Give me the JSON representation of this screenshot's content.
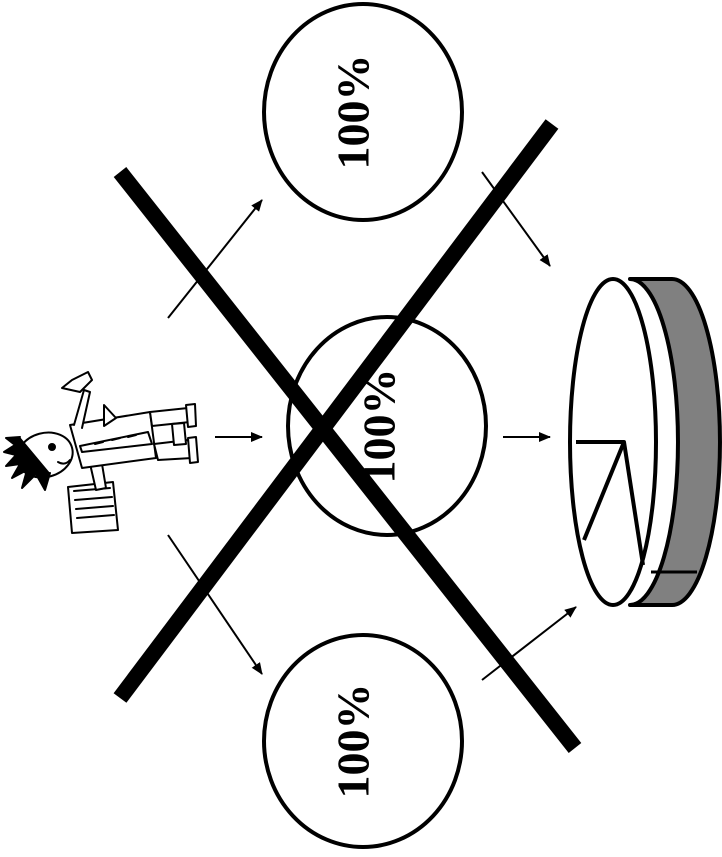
{
  "labels": {
    "top_circle": "100%",
    "middle_circle": "100%",
    "bottom_circle": "100%"
  },
  "icons": {
    "person": "person-with-papers-icon",
    "pie": "pie-chart-icon"
  },
  "colors": {
    "ink": "#000000",
    "pie_side": "#808080",
    "background": "#ffffff"
  }
}
